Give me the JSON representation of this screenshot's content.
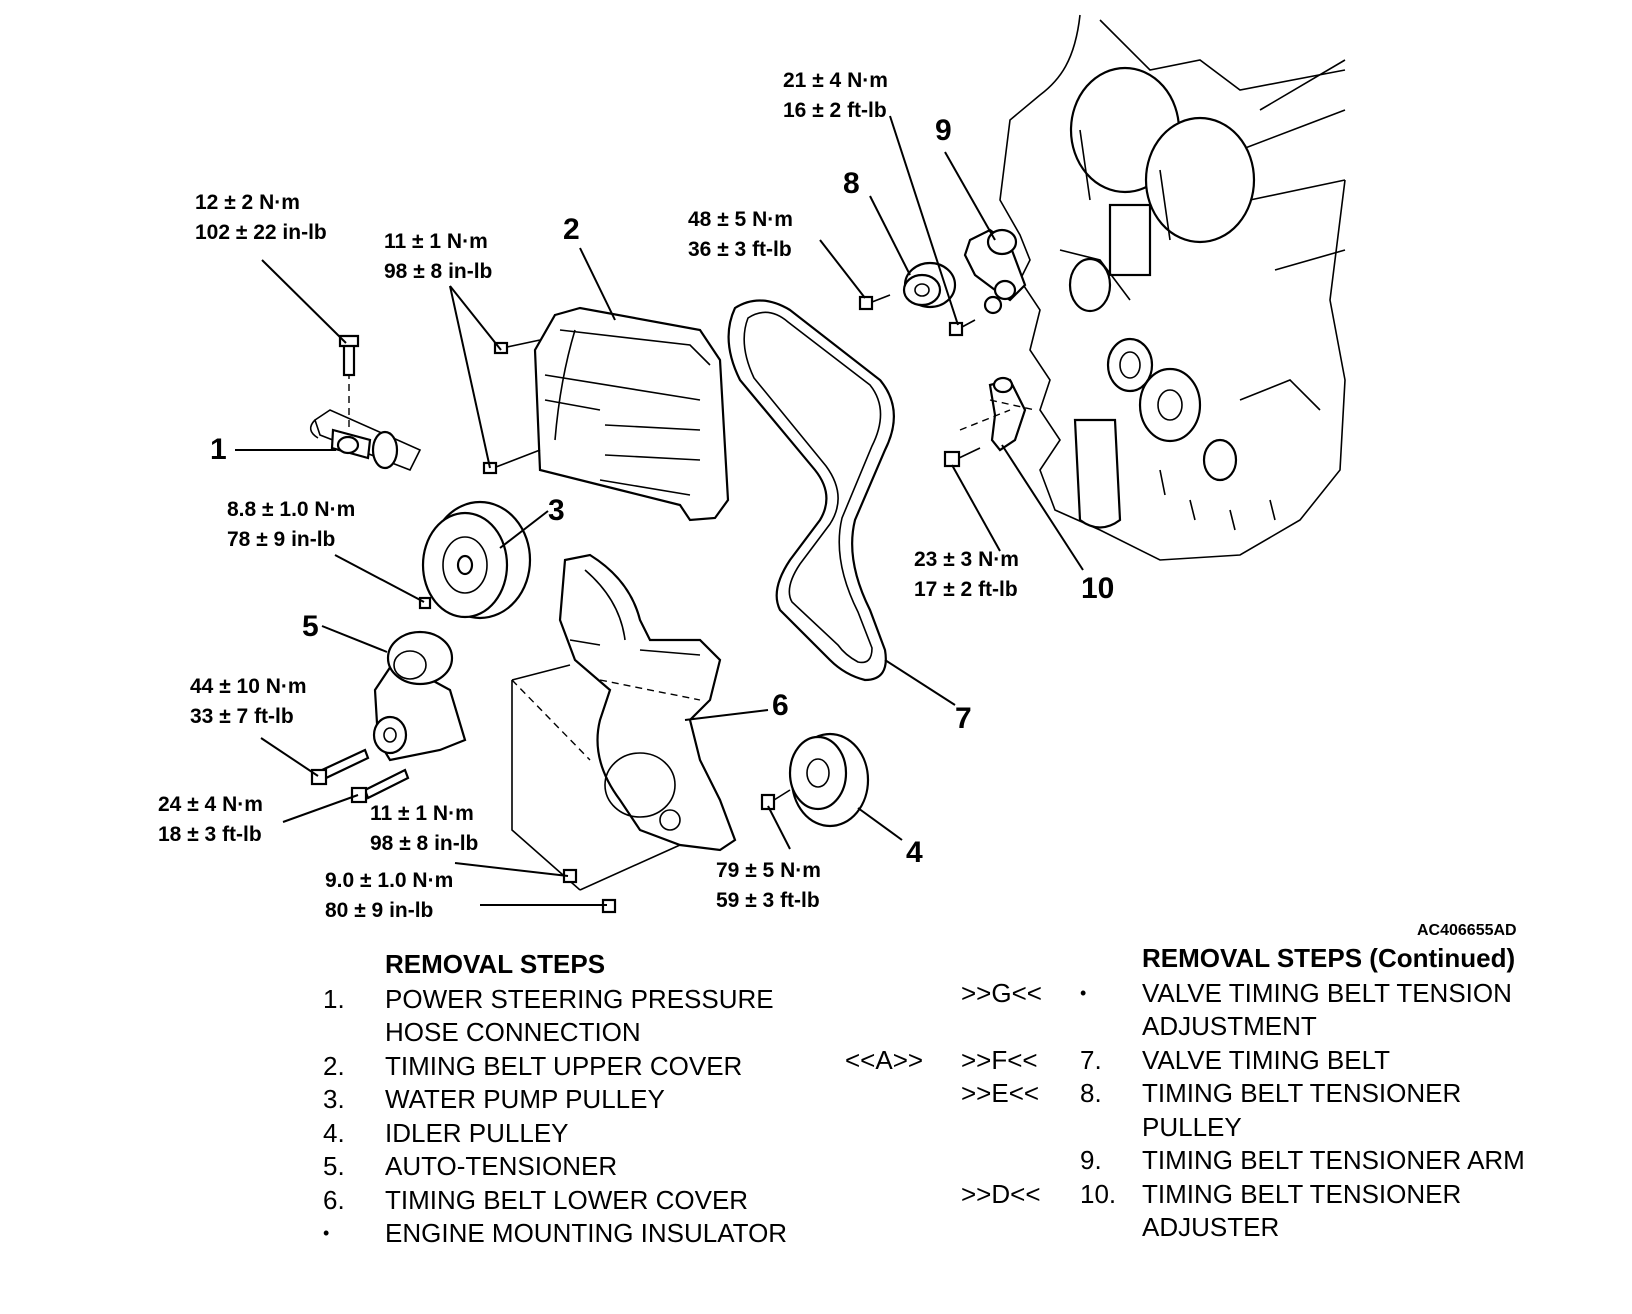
{
  "diagram": {
    "code": "AC406655AD",
    "callouts": [
      "1",
      "2",
      "3",
      "4",
      "5",
      "6",
      "7",
      "8",
      "9",
      "10"
    ],
    "torques": {
      "t1": [
        "12 ± 2 N·m",
        "102 ± 22 in-lb"
      ],
      "t2": [
        "11 ± 1 N·m",
        "98 ± 8 in-lb"
      ],
      "t3": [
        "8.8 ± 1.0 N·m",
        "78 ± 9 in-lb"
      ],
      "t4": [
        "44 ± 10 N·m",
        "33 ± 7 ft-lb"
      ],
      "t5": [
        "24 ± 4 N·m",
        "18 ± 3 ft-lb"
      ],
      "t6": [
        "11 ± 1 N·m",
        "98 ± 8 in-lb"
      ],
      "t7": [
        "9.0 ± 1.0 N·m",
        "80 ± 9 in-lb"
      ],
      "t8": [
        "79 ± 5 N·m",
        "59 ± 3 ft-lb"
      ],
      "t9": [
        "48 ± 5 N·m",
        "36 ± 3 ft-lb"
      ],
      "t10": [
        "21 ± 4 N·m",
        "16 ± 2 ft-lb"
      ],
      "t11": [
        "23 ± 3 N·m",
        "17 ± 2 ft-lb"
      ]
    }
  },
  "removal_steps": {
    "title": "REMOVAL STEPS",
    "steps": [
      {
        "num": "1.",
        "lines": [
          "POWER STEERING PRESSURE",
          "HOSE CONNECTION"
        ]
      },
      {
        "num": "2.",
        "lines": [
          "TIMING BELT UPPER COVER"
        ]
      },
      {
        "num": "3.",
        "lines": [
          "WATER PUMP PULLEY"
        ]
      },
      {
        "num": "4.",
        "lines": [
          "IDLER PULLEY"
        ]
      },
      {
        "num": "5.",
        "lines": [
          "AUTO-TENSIONER"
        ]
      },
      {
        "num": "6.",
        "lines": [
          "TIMING BELT LOWER COVER"
        ]
      },
      {
        "num": "•",
        "lines": [
          "ENGINE MOUNTING INSULATOR"
        ]
      }
    ]
  },
  "removal_steps_continued": {
    "title": "REMOVAL STEPS (Continued)",
    "steps": [
      {
        "pre": "",
        "post": ">>G<<",
        "num": "•",
        "lines": [
          "VALVE TIMING BELT TENSION",
          "ADJUSTMENT"
        ]
      },
      {
        "pre": "<<A>>",
        "post": ">>F<<",
        "num": "7.",
        "lines": [
          "VALVE TIMING BELT"
        ]
      },
      {
        "pre": "",
        "post": ">>E<<",
        "num": "8.",
        "lines": [
          "TIMING BELT TENSIONER",
          "PULLEY"
        ]
      },
      {
        "pre": "",
        "post": "",
        "num": "9.",
        "lines": [
          "TIMING BELT TENSIONER ARM"
        ]
      },
      {
        "pre": "",
        "post": ">>D<<",
        "num": "10.",
        "lines": [
          "TIMING BELT TENSIONER",
          "ADJUSTER"
        ]
      }
    ]
  }
}
